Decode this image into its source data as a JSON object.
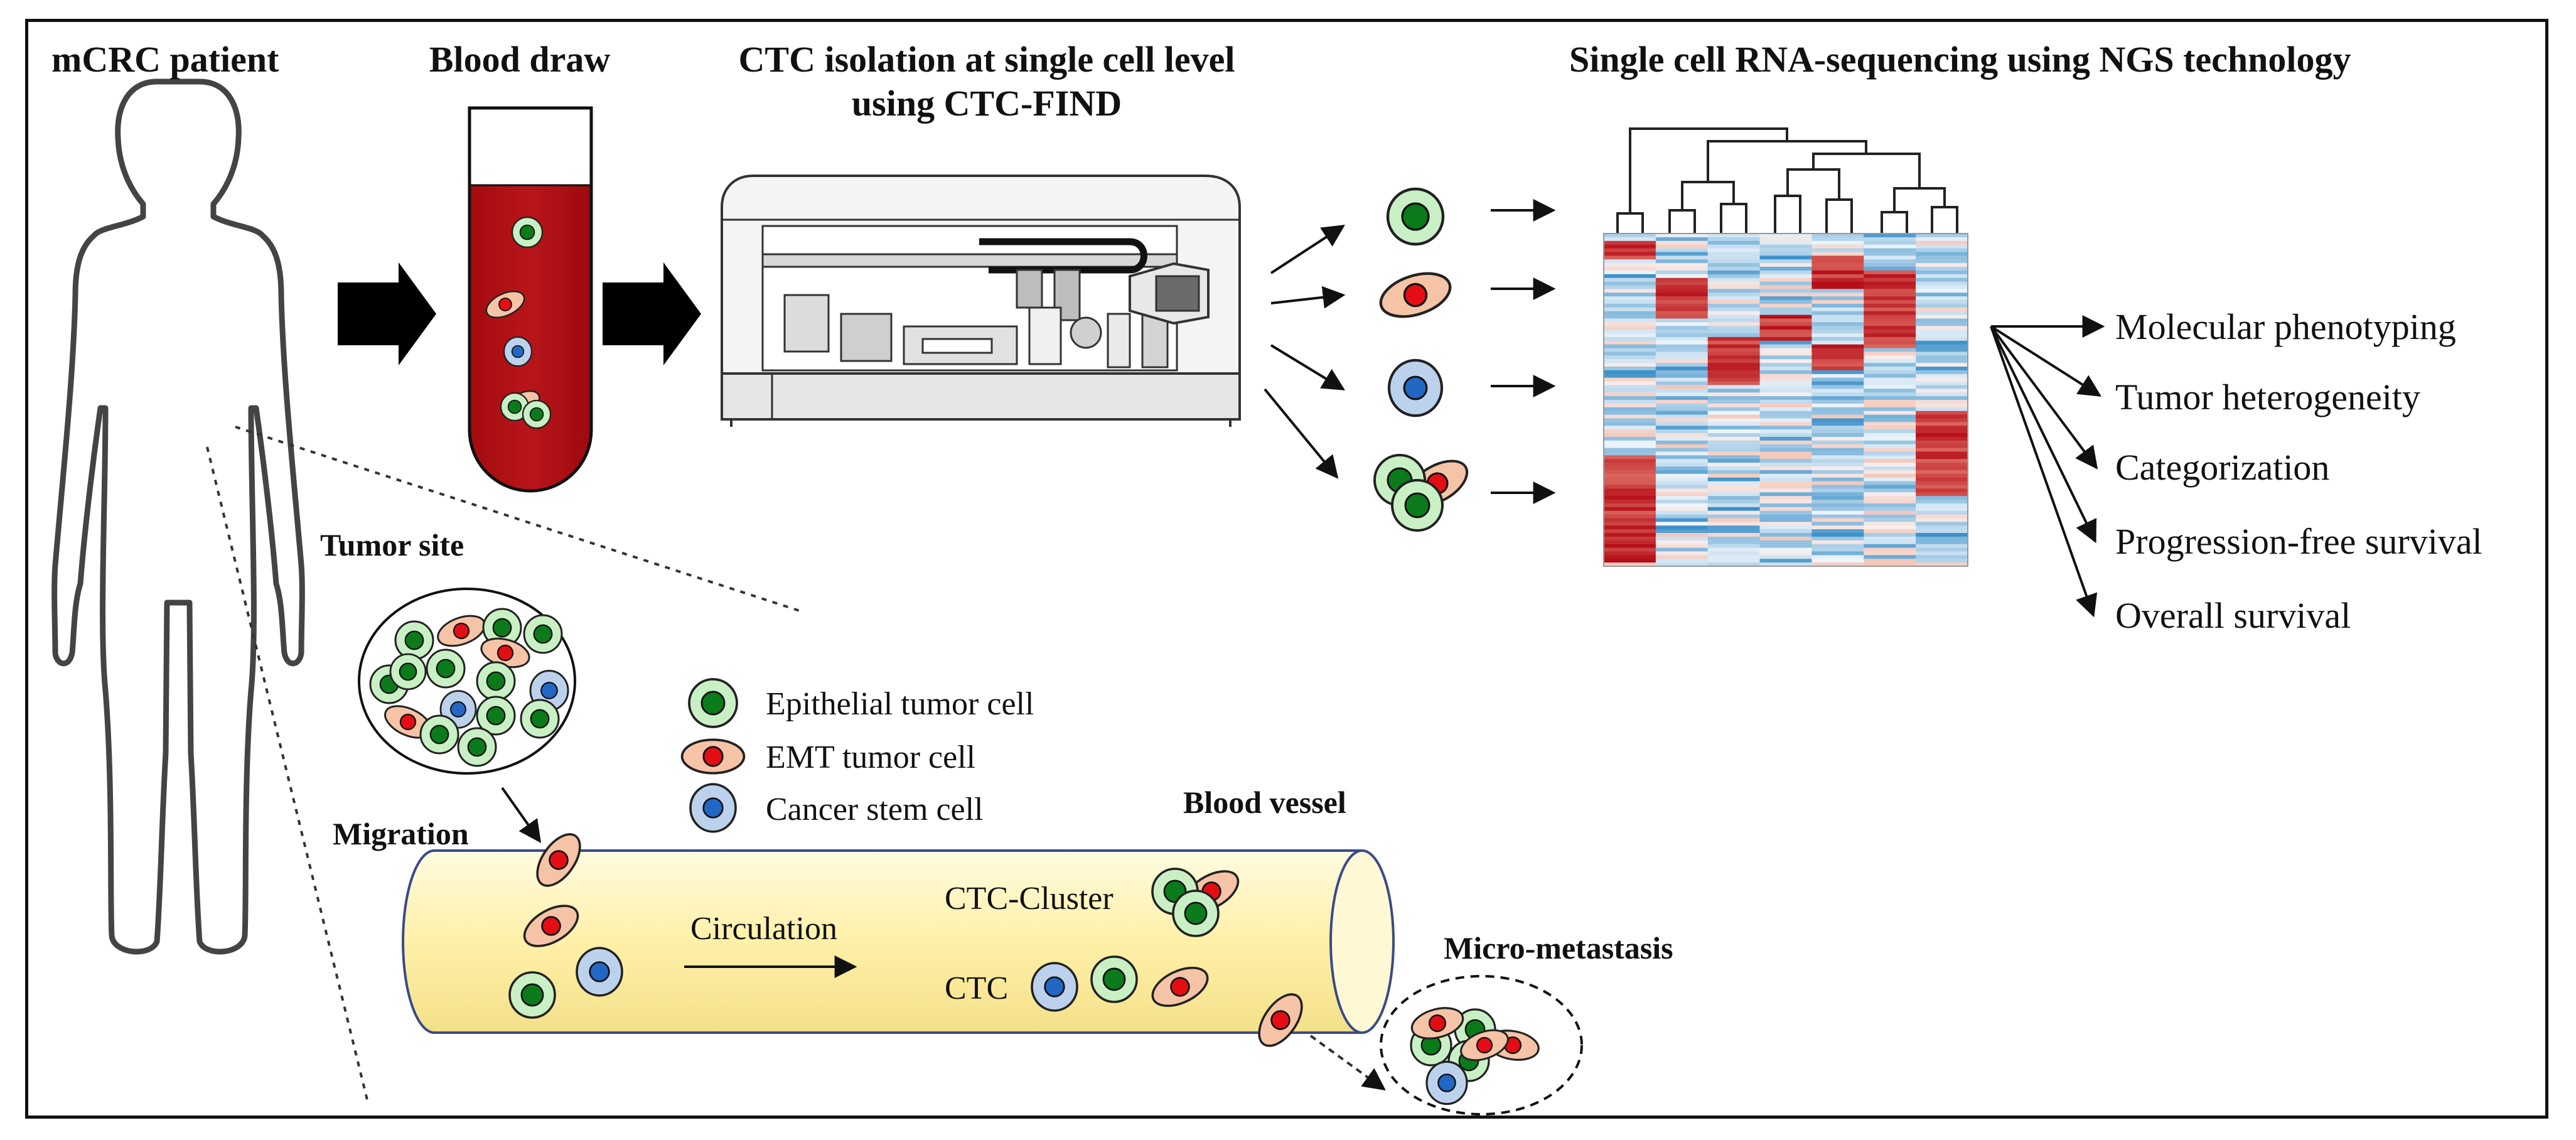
{
  "titles": {
    "patient": "mCRC patient",
    "blood_draw": "Blood draw",
    "isolation_line1": "CTC isolation at single cell level",
    "isolation_line2": "using CTC-FIND",
    "sequencing": "Single cell RNA-sequencing using NGS technology"
  },
  "outcomes": [
    "Molecular phenotyping",
    "Tumor heterogeneity",
    "Categorization",
    "Progression-free survival",
    "Overall survival"
  ],
  "lower": {
    "tumor_site": "Tumor site",
    "migration": "Migration",
    "blood_vessel": "Blood vessel",
    "circulation": "Circulation",
    "ctc_cluster": "CTC-Cluster",
    "ctc": "CTC",
    "micro_metastasis": "Micro-metastasis"
  },
  "legend": [
    {
      "label": "Epithelial tumor cell",
      "cell": "epithelial"
    },
    {
      "label": "EMT tumor cell",
      "cell": "emt"
    },
    {
      "label": "Cancer stem cell",
      "cell": "stem"
    }
  ],
  "colors": {
    "blood": "#b00f12",
    "epithelial_fill": "#c9f0c4",
    "epithelial_nucleus": "#0b7a1a",
    "emt_fill": "#f5c4a6",
    "emt_nucleus": "#e30e14",
    "stem_fill": "#bcd2ec",
    "stem_nucleus": "#2367c4",
    "vessel": "#fff2b3",
    "heatmap_high": "#c0121d",
    "heatmap_low": "#3a8fc8"
  }
}
